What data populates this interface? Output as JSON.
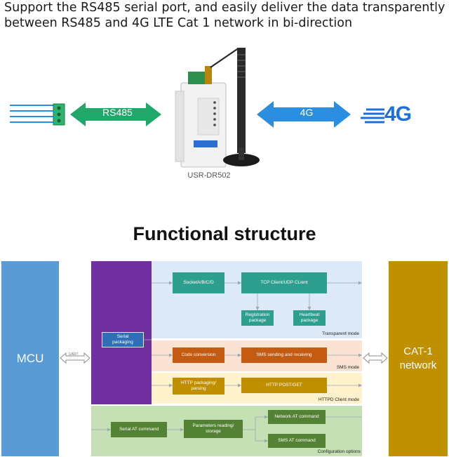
{
  "headline": {
    "line1": "Support the RS485 serial port, and easily deliver the data transparently",
    "line2": "between RS485 and 4G LTE Cat 1 network in bi-direction"
  },
  "hero": {
    "left_arrow_label": "RS485",
    "right_arrow_label": "4G",
    "logo_text": "4G",
    "device_caption": "USR-DR502"
  },
  "diagram": {
    "title": "Functional structure",
    "mcu_label": "MCU",
    "uart_label": "UART",
    "network_label_line1": "CAT-1",
    "network_label_line2": "network",
    "serial_packaging_line1": "Serial",
    "serial_packaging_line2": "packaging",
    "transparent": {
      "socket": "SocketA/B/C/D",
      "tcp": "TCP Client/UDP CLient",
      "registration_line1": "Registration",
      "registration_line2": "package",
      "heartbeat_line1": "Heartbeat",
      "heartbeat_line2": "package",
      "mode_label": "Transparent mode"
    },
    "sms": {
      "code_conversion": "Code conversion",
      "sending": "SMS sending and receiving",
      "mode_label": "SMS mode"
    },
    "httpd": {
      "packaging_line1": "HTTP packaging/",
      "packaging_line2": "parsing",
      "post_get": "HTTP POST/GET",
      "mode_label": "HTTPD Client mode"
    },
    "config": {
      "serial_at": "Serial AT command",
      "params_line1": "Parameters reading/",
      "params_line2": "storage",
      "network_at": "Network AT command",
      "sms_at": "SMS AT command",
      "mode_label": "Configuration options"
    },
    "colors": {
      "mcu_blue": "#5b9bd5",
      "network_gold": "#bf9000",
      "purple": "#7030a0",
      "transparent_bg": "#dde9f6",
      "transparent_box": "#2e9f8f",
      "sms_bg": "#fbe3d3",
      "sms_box": "#c55a11",
      "httpd_bg": "#fff2cc",
      "httpd_box": "#bf8f00",
      "config_bg": "#c5e0b4",
      "config_box": "#548235",
      "arrow_green": "#1fa86a",
      "arrow_blue": "#2c8ee0"
    }
  }
}
